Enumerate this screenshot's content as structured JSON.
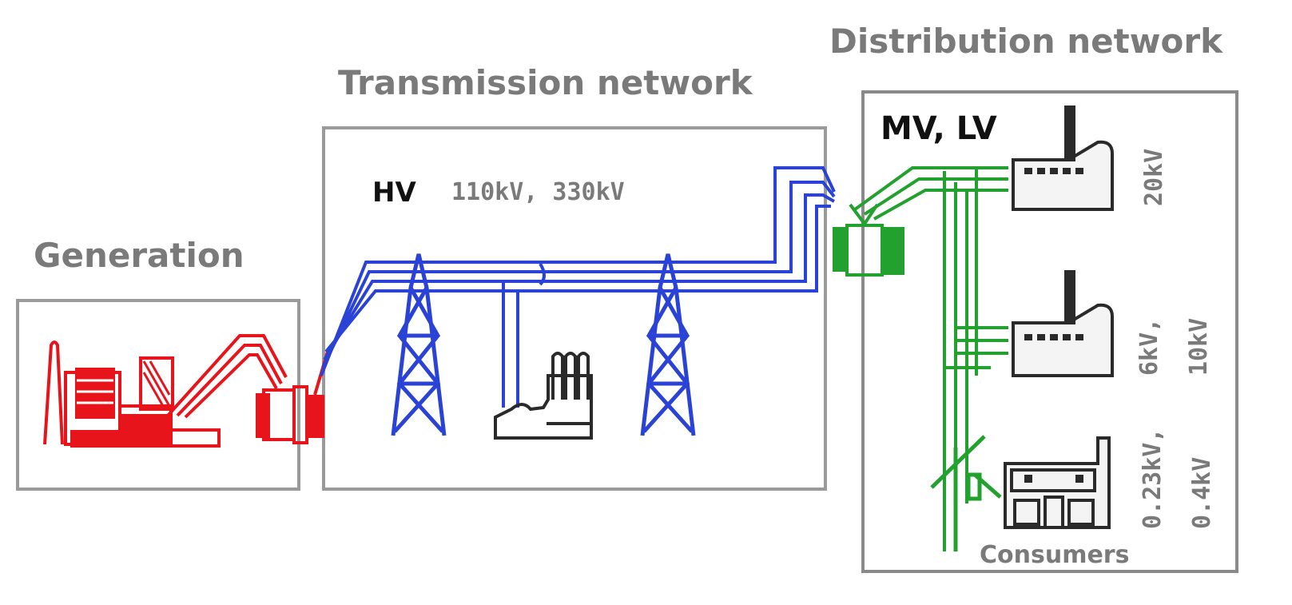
{
  "sections": {
    "generation": {
      "title": "Generation"
    },
    "transmission": {
      "title": "Transmission network",
      "level": "HV",
      "voltage": "110kV, 330kV"
    },
    "distribution": {
      "title": "Distribution network",
      "level": "MV, LV"
    }
  },
  "voltages": {
    "factory_top": "20kV",
    "factory_mid_1": "6kV,",
    "factory_mid_2": "10kV",
    "house_1": "0.23kV,",
    "house_2": "0.4kV"
  },
  "consumers_label": "Consumers",
  "colors": {
    "generation": "#e8141c",
    "transmission": "#2a43d6",
    "distribution": "#22a12e",
    "frame": "#8f8f8f",
    "title": "#7a7a7a",
    "building": "#2a2a2a"
  },
  "icons": [
    "power-plant-icon",
    "transformer-icon",
    "transmission-tower-icon",
    "industrial-plant-icon",
    "factory-icon",
    "house-icon",
    "utility-pole-icon"
  ]
}
